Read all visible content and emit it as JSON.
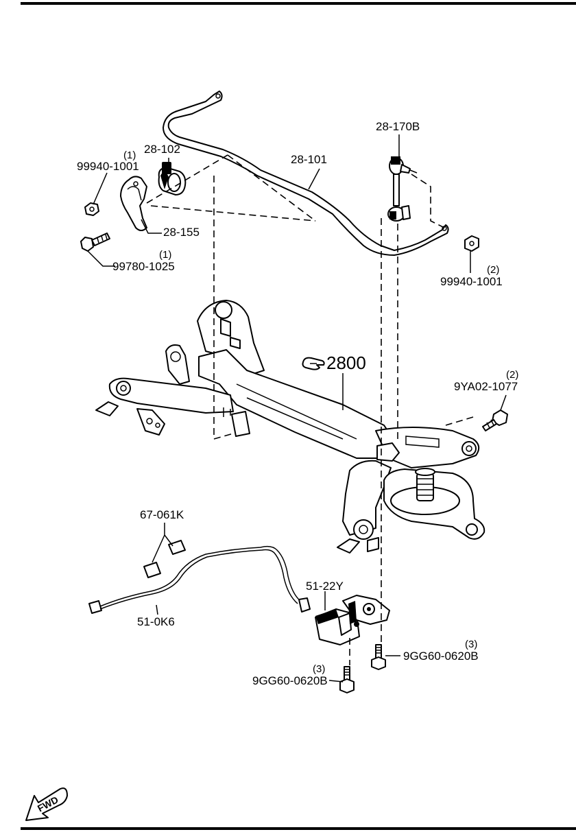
{
  "callouts": {
    "stabilizer_link_part": "28-170B",
    "stabilizer_bar_part": "28-101",
    "bushing_part": "28-102",
    "bracket_part": "28-155",
    "nut_left_part": "99940-1001",
    "nut_left_qty": "(1)",
    "bolt_left_part": "99780-1025",
    "bolt_left_qty": "(1)",
    "nut_right_part": "99940-1001",
    "nut_right_qty": "(2)",
    "crossmember_ref": "2800",
    "crossmember_bolt_part": "9YA02-1077",
    "crossmember_bolt_qty": "(2)",
    "clip_part": "67-061K",
    "harness_part": "51-0K6",
    "sensor_part": "51-22Y",
    "sensor_bolt_right_part": "9GG60-0620B",
    "sensor_bolt_right_qty": "(3)",
    "sensor_bolt_left_part": "9GG60-0620B",
    "sensor_bolt_left_qty": "(3)"
  },
  "direction": {
    "label": "FWD"
  },
  "icons": {
    "reference": "pointing-hand-icon",
    "direction": "fwd-arrow-icon"
  },
  "colors": {
    "line": "#000000",
    "background": "#ffffff"
  }
}
